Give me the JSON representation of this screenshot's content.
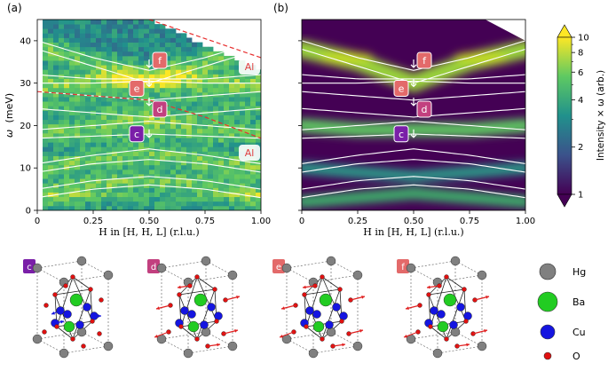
{
  "panels": [
    {
      "letter": "(a)",
      "ylabel_symbol": "ω",
      "ylabel_unit": "(meV)",
      "xlabel": "H in [H, H, L] (r.l.u.)",
      "xticks": [
        "0",
        "0.25",
        "0.50",
        "0.75",
        "1.00"
      ],
      "yticks": [
        "0",
        "10",
        "20",
        "30",
        "40"
      ],
      "mode_labels": [
        {
          "id": "f",
          "text": "f",
          "color": "#e36a6a"
        },
        {
          "id": "e",
          "text": "e",
          "color": "#e36a6a"
        },
        {
          "id": "d",
          "text": "d",
          "color": "#c2407f"
        },
        {
          "id": "c",
          "text": "c",
          "color": "#7a1fa8"
        }
      ],
      "al_labels": [
        "Al",
        "Al"
      ]
    },
    {
      "letter": "(b)",
      "xlabel": "H in [H, H, L] (r.l.u.)",
      "xticks": [
        "0",
        "0.25",
        "0.50",
        "0.75",
        "1.00"
      ],
      "mode_labels": [
        {
          "id": "f",
          "text": "f",
          "color": "#e36a6a"
        },
        {
          "id": "e",
          "text": "e",
          "color": "#e36a6a"
        },
        {
          "id": "d",
          "text": "d",
          "color": "#c2407f"
        },
        {
          "id": "c",
          "text": "c",
          "color": "#7a1fa8"
        }
      ]
    }
  ],
  "colorbar": {
    "label": "Intensity × ω (arb.)",
    "ticks": [
      "10",
      "8",
      "6",
      "4",
      "2",
      "1"
    ],
    "tick_values": [
      10,
      8,
      6,
      4,
      2,
      1
    ],
    "scale": "log",
    "colormap": [
      "#440154",
      "#3b528b",
      "#21918c",
      "#5ec962",
      "#fde725"
    ]
  },
  "structures": [
    {
      "label": "c",
      "color": "#7a1fa8"
    },
    {
      "label": "d",
      "color": "#c2407f"
    },
    {
      "label": "e",
      "color": "#e36a6a"
    },
    {
      "label": "f",
      "color": "#e36a6a"
    }
  ],
  "legend": [
    {
      "label": "Hg",
      "color": "#808080"
    },
    {
      "label": "Ba",
      "color": "#22cc22"
    },
    {
      "label": "Cu",
      "color": "#1515e0"
    },
    {
      "label": "O",
      "color": "#e01010"
    }
  ],
  "chart_data": [
    {
      "type": "heatmap",
      "panel": "a",
      "xlabel": "H in [H, H, L] (r.l.u.)",
      "ylabel": "ω (meV)",
      "xlim": [
        0,
        1
      ],
      "ylim": [
        0,
        45
      ],
      "dispersion_branches_meV": {
        "x": [
          0,
          0.25,
          0.5,
          0.75,
          1.0
        ],
        "series": [
          {
            "values": [
              3,
              5,
              6,
              5,
              3
            ]
          },
          {
            "values": [
              5,
              7,
              8,
              7,
              5
            ]
          },
          {
            "values": [
              9,
              11,
              12,
              11,
              9
            ]
          },
          {
            "values": [
              11,
              13,
              14.5,
              13,
              11
            ]
          },
          {
            "values": [
              17,
              17.5,
              18,
              17.5,
              17
            ]
          },
          {
            "values": [
              19,
              20,
              21,
              20,
              19
            ]
          },
          {
            "values": [
              24,
              23,
              22,
              23,
              24
            ]
          },
          {
            "values": [
              28,
              27,
              26,
              27,
              28
            ]
          },
          {
            "values": [
              30,
              30,
              30.5,
              30,
              30
            ]
          },
          {
            "values": [
              32,
              31,
              31,
              31,
              32
            ]
          },
          {
            "values": [
              38,
              34,
              30,
              34,
              38
            ]
          },
          {
            "values": [
              40,
              36,
              33,
              36,
              40
            ]
          }
        ]
      },
      "aluminum_lines_meV": [
        {
          "x": [
            0.5,
            1.0
          ],
          "y": [
            45,
            36
          ]
        },
        {
          "x": [
            0,
            0.5,
            0.75,
            1.0
          ],
          "y": [
            28,
            26,
            22,
            17
          ]
        }
      ],
      "mode_markers_meV": [
        {
          "label": "f",
          "x": 0.5,
          "y": 33.5
        },
        {
          "label": "e",
          "x": 0.5,
          "y": 29
        },
        {
          "label": "d",
          "x": 0.5,
          "y": 24.5
        },
        {
          "label": "c",
          "x": 0.5,
          "y": 17
        }
      ]
    },
    {
      "type": "heatmap",
      "panel": "b",
      "xlabel": "H in [H, H, L] (r.l.u.)",
      "ylabel": "",
      "xlim": [
        0,
        1
      ],
      "ylim": [
        0,
        45
      ],
      "intensity_bands_meV": [
        {
          "x": [
            0,
            0.25,
            0.5,
            0.75,
            1.0
          ],
          "y": [
            38,
            35,
            30,
            35,
            38
          ]
        },
        {
          "x": [
            0,
            0.25,
            0.5,
            0.75,
            1.0
          ],
          "y": [
            20,
            19,
            19,
            19,
            20
          ]
        },
        {
          "x": [
            0,
            0.25,
            0.5,
            0.75,
            1.0
          ],
          "y": [
            10,
            9,
            8,
            9,
            10
          ]
        },
        {
          "x": [
            0,
            0.25,
            0.5,
            0.75,
            1.0
          ],
          "y": [
            2,
            3,
            4,
            3,
            2
          ]
        }
      ]
    }
  ]
}
